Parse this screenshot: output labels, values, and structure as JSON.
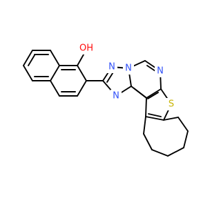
{
  "atoms": {
    "oh": {
      "label": "OH",
      "color": "#ff0d0d"
    },
    "n_triazole_top": {
      "label": "N",
      "color": "#3050f8"
    },
    "n_bridge": {
      "label": "N",
      "color": "#3050f8"
    },
    "n_triazole_bottom": {
      "label": "N",
      "color": "#3050f8"
    },
    "n_pyrimidine": {
      "label": "N",
      "color": "#3050f8"
    },
    "s_thiophene": {
      "label": "S",
      "color": "#c8b400"
    }
  }
}
